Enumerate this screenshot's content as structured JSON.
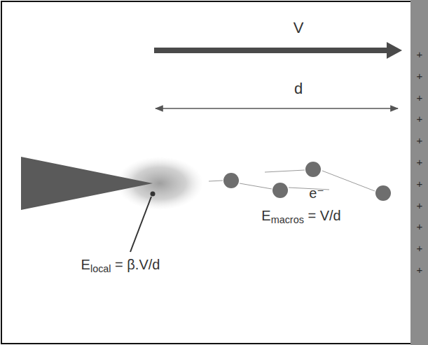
{
  "diagram": {
    "labels": [
      "V",
      "d",
      "e⁻",
      "Emacros = V/d",
      "Elocal = β.V/d",
      "+",
      "+",
      "+",
      "+",
      "+",
      "+",
      "+",
      "+",
      "+",
      "+",
      "+"
    ]
  }
}
